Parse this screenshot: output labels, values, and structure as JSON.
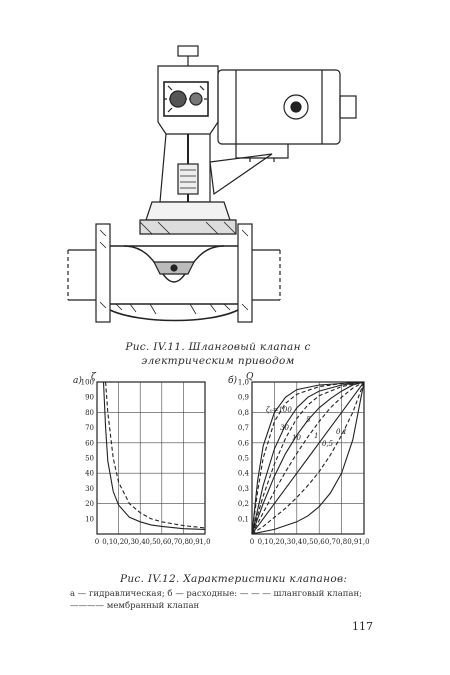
{
  "figure_iv11": {
    "caption": "Рис. IV.11. Шланговый клапан с электрическим приводом"
  },
  "figure_iv12": {
    "caption": "Рис. IV.12. Характеристики клапанов:",
    "legend": "а — гидравлическая; б — расходные: — — — шланговый клапан; ———— мембранный клапан"
  },
  "page_number": "117",
  "chart_data": [
    {
      "type": "line",
      "panel_label": "а)",
      "ylabel": "ζ",
      "xlabel": "",
      "xlim": [
        0,
        1.0
      ],
      "ylim": [
        0,
        100
      ],
      "x_ticks": [
        "0",
        "0,1",
        "0,2",
        "0,3",
        "0,4",
        "0,5",
        "0,6",
        "0,7",
        "0,8",
        "0,9",
        "1,0"
      ],
      "y_ticks": [
        "10",
        "20",
        "30",
        "40",
        "50",
        "60",
        "70",
        "80",
        "90",
        "100"
      ],
      "grid": true,
      "series": [
        {
          "style": "solid",
          "x": [
            0.06,
            0.08,
            0.1,
            0.15,
            0.2,
            0.3,
            0.4,
            0.5,
            0.6,
            0.8,
            1.0
          ],
          "y": [
            100,
            70,
            48,
            28,
            19,
            11,
            8,
            6,
            5,
            3.5,
            3
          ]
        },
        {
          "style": "dashed",
          "x": [
            0.08,
            0.1,
            0.15,
            0.2,
            0.3,
            0.4,
            0.5,
            0.6,
            0.8,
            1.0
          ],
          "y": [
            100,
            80,
            50,
            34,
            20,
            14,
            10,
            8,
            5.5,
            4
          ]
        }
      ]
    },
    {
      "type": "line",
      "panel_label": "б)",
      "ylabel": "Q",
      "xlabel": "",
      "xlim": [
        0,
        1.0
      ],
      "ylim": [
        0,
        1.0
      ],
      "x_ticks": [
        "0",
        "0,1",
        "0,2",
        "0,3",
        "0,4",
        "0,5",
        "0,6",
        "0,7",
        "0,8",
        "0,9",
        "1,0"
      ],
      "y_ticks": [
        "0,1",
        "0,2",
        "0,3",
        "0,4",
        "0,5",
        "0,6",
        "0,7",
        "0,8",
        "0,9",
        "1,0"
      ],
      "grid": true,
      "curve_labels": [
        "ζ₀=100",
        "30",
        "10",
        "5",
        "1",
        "0,5",
        "0,1"
      ],
      "series": [
        {
          "style": "solid",
          "x": [
            0,
            0.05,
            0.1,
            0.2,
            0.3,
            0.4,
            0.6,
            0.8,
            1.0
          ],
          "y": [
            0,
            0.35,
            0.58,
            0.8,
            0.9,
            0.95,
            0.98,
            0.99,
            1.0
          ]
        },
        {
          "style": "dashed",
          "x": [
            0,
            0.05,
            0.1,
            0.2,
            0.3,
            0.4,
            0.6,
            0.8,
            1.0
          ],
          "y": [
            0,
            0.28,
            0.5,
            0.74,
            0.86,
            0.92,
            0.97,
            0.99,
            1.0
          ]
        },
        {
          "style": "solid",
          "x": [
            0,
            0.1,
            0.2,
            0.3,
            0.4,
            0.5,
            0.6,
            0.8,
            1.0
          ],
          "y": [
            0,
            0.32,
            0.56,
            0.72,
            0.83,
            0.9,
            0.94,
            0.98,
            1.0
          ]
        },
        {
          "style": "dashed",
          "x": [
            0,
            0.1,
            0.2,
            0.3,
            0.4,
            0.5,
            0.6,
            0.8,
            1.0
          ],
          "y": [
            0,
            0.25,
            0.46,
            0.63,
            0.76,
            0.85,
            0.91,
            0.97,
            1.0
          ]
        },
        {
          "style": "solid",
          "x": [
            0,
            0.1,
            0.2,
            0.3,
            0.4,
            0.5,
            0.6,
            0.7,
            0.8,
            0.9,
            1.0
          ],
          "y": [
            0,
            0.2,
            0.38,
            0.53,
            0.65,
            0.75,
            0.83,
            0.89,
            0.94,
            0.98,
            1.0
          ]
        },
        {
          "style": "dashed",
          "x": [
            0,
            0.1,
            0.2,
            0.3,
            0.4,
            0.5,
            0.6,
            0.7,
            0.8,
            0.9,
            1.0
          ],
          "y": [
            0,
            0.14,
            0.28,
            0.41,
            0.53,
            0.64,
            0.74,
            0.83,
            0.9,
            0.96,
            1.0
          ]
        },
        {
          "style": "solid",
          "x": [
            0,
            0.1,
            0.2,
            0.3,
            0.4,
            0.5,
            0.6,
            0.7,
            0.8,
            0.9,
            1.0
          ],
          "y": [
            0,
            0.1,
            0.2,
            0.3,
            0.4,
            0.5,
            0.6,
            0.7,
            0.8,
            0.9,
            1.0
          ]
        },
        {
          "style": "dashed",
          "x": [
            0,
            0.1,
            0.2,
            0.3,
            0.4,
            0.5,
            0.6,
            0.7,
            0.8,
            0.9,
            1.0
          ],
          "y": [
            0,
            0.05,
            0.11,
            0.17,
            0.24,
            0.32,
            0.41,
            0.52,
            0.65,
            0.8,
            1.0
          ]
        },
        {
          "style": "solid",
          "x": [
            0,
            0.2,
            0.4,
            0.5,
            0.6,
            0.7,
            0.8,
            0.9,
            1.0
          ],
          "y": [
            0,
            0.03,
            0.08,
            0.12,
            0.18,
            0.27,
            0.4,
            0.62,
            1.0
          ]
        }
      ]
    }
  ]
}
